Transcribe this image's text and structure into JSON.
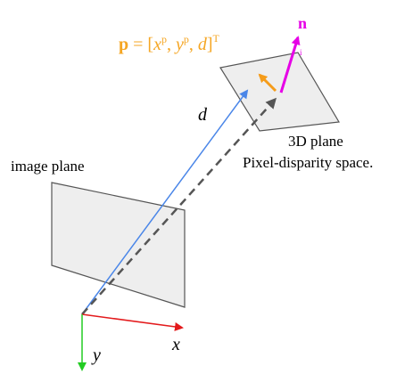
{
  "equation": {
    "bold_p": "p",
    "equals_open": " = [",
    "x": "x",
    "x_sup": "p",
    "comma1": ", ",
    "y": "y",
    "y_sup": "p",
    "comma2": ", ",
    "d": "d",
    "close": "]",
    "transpose": "T"
  },
  "labels": {
    "normal": "n",
    "normal_sub": "i",
    "distance": "d",
    "plane_3d": "3D plane",
    "pixel_space": "Pixel-disparity space.",
    "image_plane": "image plane",
    "x_axis": "x",
    "y_axis": "y"
  },
  "colors": {
    "equation": "#f5a623",
    "normal_arrow": "#e600e6",
    "orange_arrow": "#f59c1a",
    "blue_ray": "#4a86e8",
    "dashed_ray": "#555555",
    "x_axis": "#e31a1c",
    "y_axis": "#22cc22",
    "plane_fill": "#eeeeee",
    "plane_stroke": "#555555"
  }
}
